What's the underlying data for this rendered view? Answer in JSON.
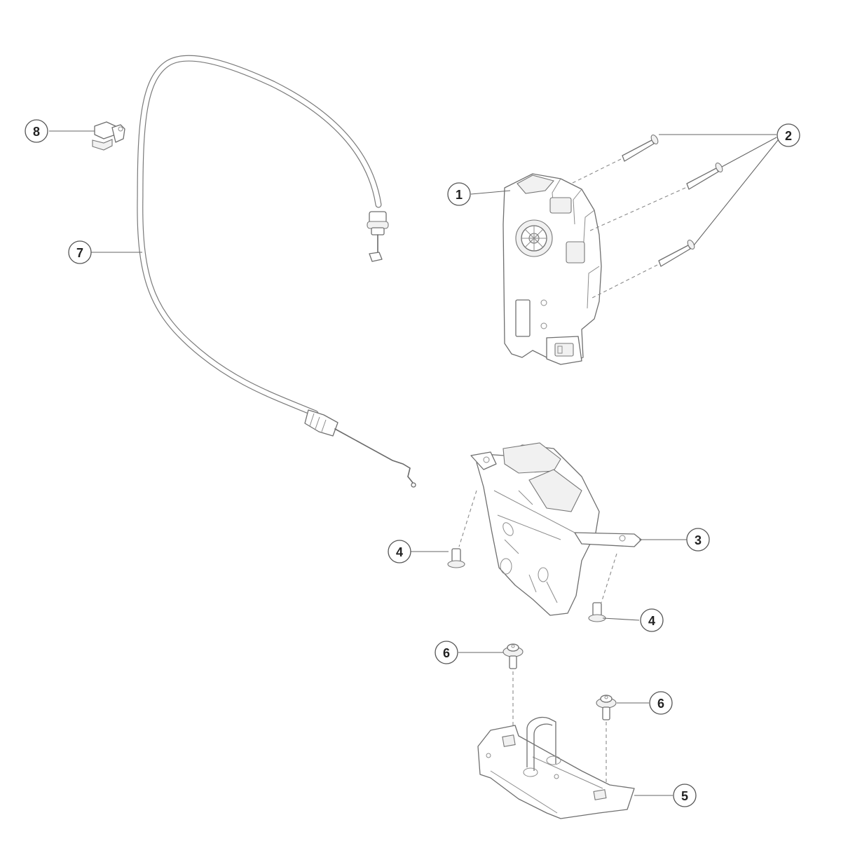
{
  "diagram": {
    "type": "exploded-parts-diagram",
    "subject": "Latch actuator, cable and striker assembly",
    "callouts": [
      {
        "id": "1",
        "label": "1",
        "part": "actuator motor"
      },
      {
        "id": "2",
        "label": "2",
        "part": "screws (x3)"
      },
      {
        "id": "3",
        "label": "3",
        "part": "latch assembly"
      },
      {
        "id": "4a",
        "label": "4",
        "part": "bolt"
      },
      {
        "id": "4b",
        "label": "4",
        "part": "bolt"
      },
      {
        "id": "5",
        "label": "5",
        "part": "striker plate"
      },
      {
        "id": "6a",
        "label": "6",
        "part": "flange bolt"
      },
      {
        "id": "6b",
        "label": "6",
        "part": "flange bolt"
      },
      {
        "id": "7",
        "label": "7",
        "part": "release cable"
      },
      {
        "id": "8",
        "label": "8",
        "part": "cable clip"
      }
    ]
  }
}
